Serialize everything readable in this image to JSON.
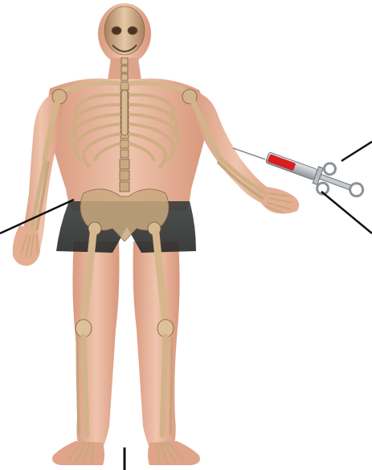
{
  "scene": {
    "subject": "translucent-human-with-skeleton",
    "object": "syringe",
    "colors": {
      "background": "#ffffff",
      "skin": "#e7b59c",
      "skin_shadow": "#c98c72",
      "bone": "#c8a77f",
      "bone_light": "#e2cba7",
      "bone_dark": "#8e6b49",
      "shorts": "#2f3232",
      "syringe_fluid": "#d81e1e",
      "syringe_metal": "#b9bcc0",
      "pointer_line": "#111111"
    },
    "icons": [
      "skeleton-figure",
      "syringe-icon",
      "pointer-line"
    ]
  }
}
